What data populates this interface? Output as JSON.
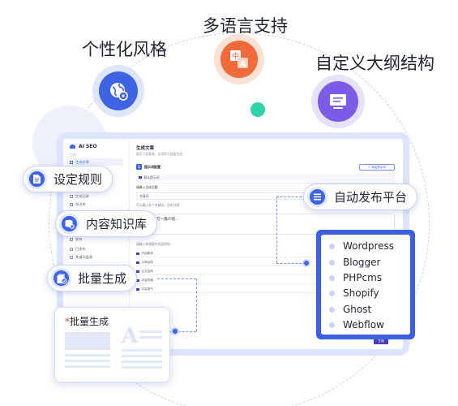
{
  "features": {
    "style": {
      "title": "个性化风格",
      "icon": "globe-settings-icon"
    },
    "language": {
      "title": "多语言支持",
      "icon": "translate-icon"
    },
    "outline": {
      "title": "自定义大纲结构",
      "icon": "presentation-board-icon"
    }
  },
  "callouts": {
    "rules": "设定规则",
    "knowledge": "内容知识库",
    "batch": "批量生成",
    "publish": "自动发布平台"
  },
  "platforms": [
    "Wordpress",
    "Blogger",
    "PHPcms",
    "Shopify",
    "Ghost",
    "Webflow"
  ],
  "batch_card": {
    "star": "*",
    "title": "批量生成",
    "letter": "A"
  },
  "app": {
    "brand": "AI SEO",
    "sidebar_group": "工作",
    "sidebar_items": [
      "生成文章",
      "生成记录",
      "知识库",
      "发布",
      "已发布",
      "关键词监测"
    ],
    "content_title": "生成文章",
    "content_subtitle": "填写下面表格，后续即可批量生成",
    "step_label": "提示词配置",
    "step_number": "1",
    "add_button": "+ 添加提示词",
    "row_1": "默认提示词",
    "row_2_label": "请输入生成主题",
    "input_1": "关键词",
    "hint_text": "可以输入多个关键词，回车分隔",
    "prompt_text": "写一篇介绍...",
    "list_hint": "请输入你想要的内容结构",
    "list_items": [
      "内容要求",
      "文章结构",
      "正文结构",
      "内容风格",
      "内容语气"
    ],
    "generate_button": "生成"
  },
  "colors": {
    "primary": "#3e63e3",
    "orange": "#f16a3a",
    "purple": "#7b5ce6",
    "green": "#2fd3a6",
    "dark_purple": "#4b3fb8"
  }
}
